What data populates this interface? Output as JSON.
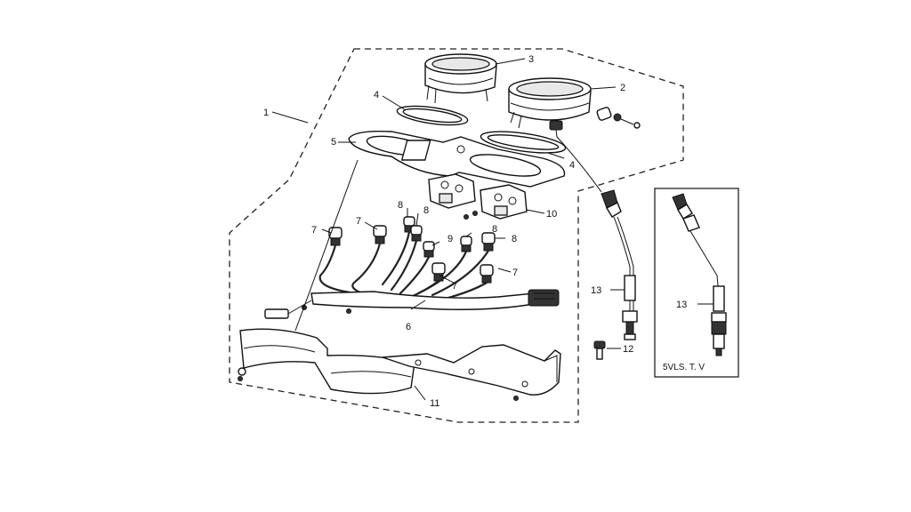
{
  "diagram": {
    "callouts": [
      "1",
      "2",
      "3",
      "4",
      "4",
      "5",
      "6",
      "7",
      "7",
      "7",
      "7",
      "8",
      "8",
      "8",
      "8",
      "9",
      "10",
      "11",
      "12",
      "13",
      "13"
    ],
    "inset_label": "5VLS. T. V"
  }
}
